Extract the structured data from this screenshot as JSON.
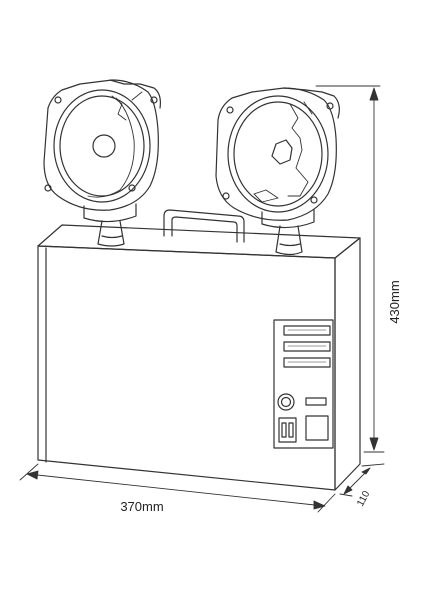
{
  "dimensions": {
    "height_label": "430mm",
    "width_label": "370mm",
    "depth_label": "110"
  },
  "colors": {
    "stroke": "#333333",
    "background": "#ffffff"
  }
}
